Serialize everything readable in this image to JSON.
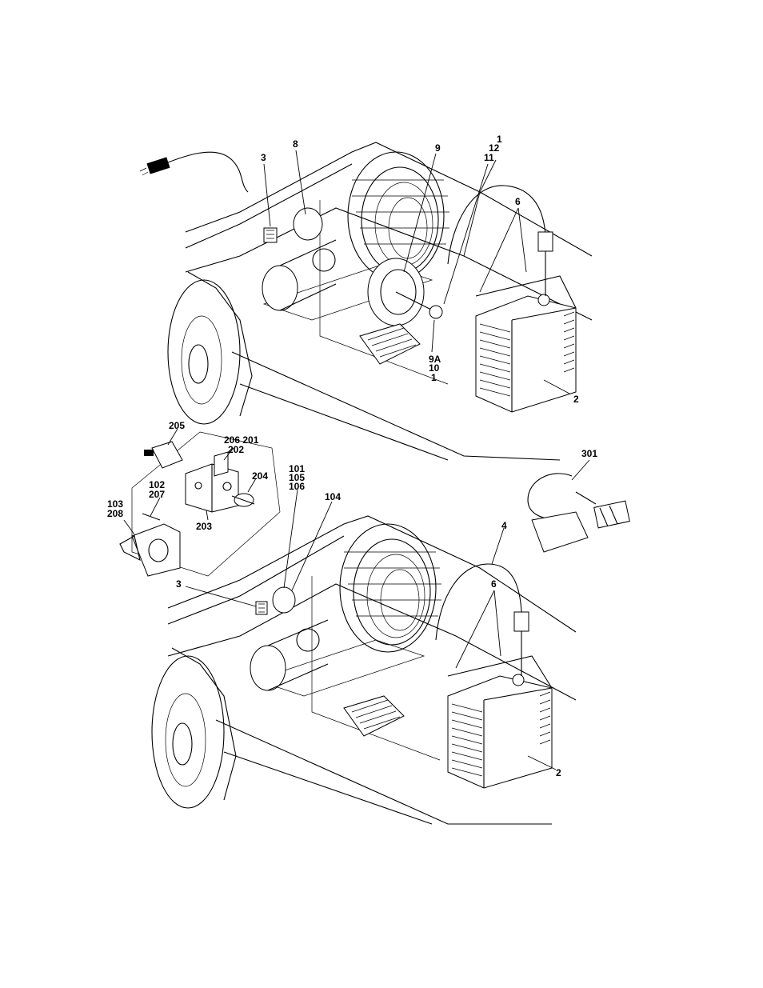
{
  "callouts": [
    {
      "id": "c-1-top",
      "text": "1"
    },
    {
      "id": "c-12",
      "text": "12"
    },
    {
      "id": "c-11",
      "text": "11"
    },
    {
      "id": "c-8",
      "text": "8"
    },
    {
      "id": "c-9",
      "text": "9"
    },
    {
      "id": "c-3-top",
      "text": "3"
    },
    {
      "id": "c-6-top",
      "text": "6"
    },
    {
      "id": "c-9a",
      "text": "9A"
    },
    {
      "id": "c-10",
      "text": "10"
    },
    {
      "id": "c-1-mid",
      "text": "1"
    },
    {
      "id": "c-2-top",
      "text": "2"
    },
    {
      "id": "c-205",
      "text": "205"
    },
    {
      "id": "c-206-201",
      "text": "206 201"
    },
    {
      "id": "c-202",
      "text": "202"
    },
    {
      "id": "c-204",
      "text": "204"
    },
    {
      "id": "c-203",
      "text": "203"
    },
    {
      "id": "c-102",
      "text": "102"
    },
    {
      "id": "c-207",
      "text": "207"
    },
    {
      "id": "c-103",
      "text": "103"
    },
    {
      "id": "c-208",
      "text": "208"
    },
    {
      "id": "c-101",
      "text": "101"
    },
    {
      "id": "c-105",
      "text": "105"
    },
    {
      "id": "c-106",
      "text": "106"
    },
    {
      "id": "c-104",
      "text": "104"
    },
    {
      "id": "c-301",
      "text": "301"
    },
    {
      "id": "c-4",
      "text": "4"
    },
    {
      "id": "c-3-bot",
      "text": "3"
    },
    {
      "id": "c-6-bot",
      "text": "6"
    },
    {
      "id": "c-2-bot",
      "text": "2"
    }
  ]
}
